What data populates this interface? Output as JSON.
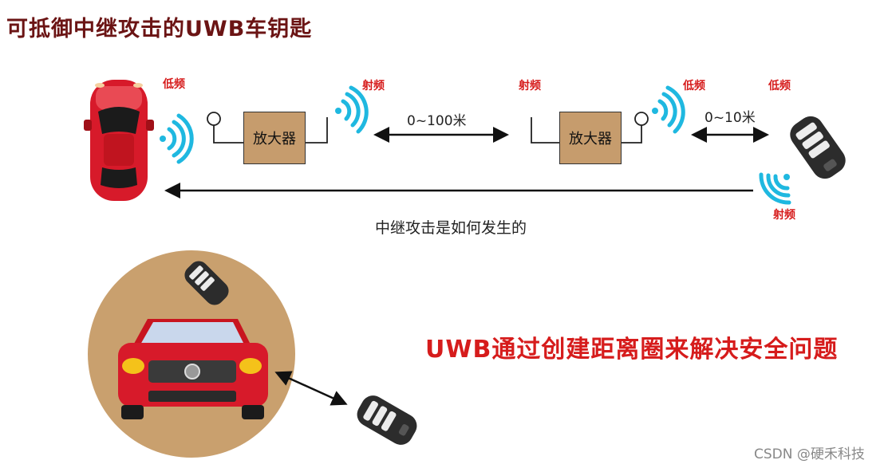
{
  "title": "可抵御中继攻击的UWB车钥匙",
  "labels": {
    "low_freq_car": "低频",
    "rf_left": "射频",
    "rf_right": "射频",
    "low_freq_mid": "低频",
    "low_freq_right": "低频",
    "rf_bottom": "射频"
  },
  "amplifier_left": "放大器",
  "amplifier_right": "放大器",
  "distance_long": "0~100米",
  "distance_short": "0~10米",
  "attack_caption": "中继攻击是如何发生的",
  "uwb_caption": "UWB通过创建距离圈来解决安全问题",
  "watermark": "CSDN @硬禾科技",
  "colors": {
    "title": "#6b1414",
    "accent_red": "#d61c1c",
    "wave_cyan": "#1fb8e0",
    "amplifier": "#c69c6d",
    "circle_bg": "#c9a06e",
    "car_red": "#d71a2a"
  },
  "icons": [
    "car-top-icon",
    "car-front-icon",
    "key-fob-icon",
    "signal-wave-icon",
    "antenna-icon",
    "arrow-icon"
  ]
}
